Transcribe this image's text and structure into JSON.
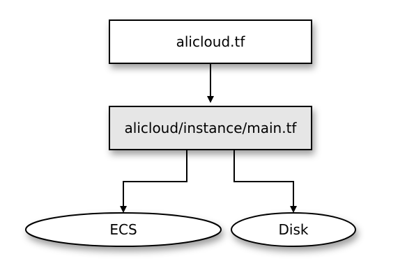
{
  "diagram": {
    "nodes": {
      "root": {
        "label": "alicloud.tf",
        "shape": "rectangle",
        "fill": "#ffffff"
      },
      "module": {
        "label": "alicloud/instance/main.tf",
        "shape": "rectangle",
        "fill": "#e6e6e6"
      },
      "ecs": {
        "label": "ECS",
        "shape": "ellipse",
        "fill": "#ffffff"
      },
      "disk": {
        "label": "Disk",
        "shape": "ellipse",
        "fill": "#ffffff"
      }
    },
    "edges": [
      {
        "from": "root",
        "to": "module"
      },
      {
        "from": "module",
        "to": "ecs"
      },
      {
        "from": "module",
        "to": "disk"
      }
    ],
    "colors": {
      "stroke": "#000000",
      "shadow": "#9a9a9a",
      "module_fill": "#e6e6e6"
    }
  }
}
